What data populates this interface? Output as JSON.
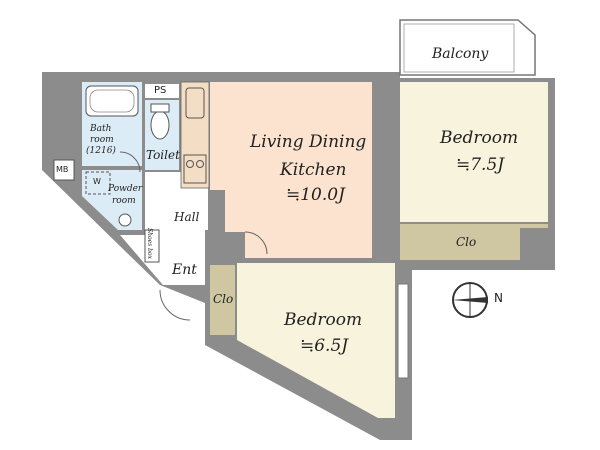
{
  "plan": {
    "balcony": "Balcony",
    "ldk_line1": "Living Dining",
    "ldk_line2": "Kitchen",
    "ldk_size": "≒10.0J",
    "bedroom_top": "Bedroom",
    "bedroom_top_size": "≒7.5J",
    "bedroom_bottom": "Bedroom",
    "bedroom_bottom_size": "≒6.5J",
    "clo_top": "Clo",
    "clo_bottom": "Clo",
    "bath_line1": "Bath",
    "bath_line2": "room",
    "bath_line3": "(1216)",
    "toilet": "Toilet",
    "ps": "PS",
    "mb": "MB",
    "w": "W",
    "powder_line1": "Powder",
    "powder_line2": "room",
    "hall": "Hall",
    "ent": "Ent",
    "shoes_box": "Shoes box",
    "compass_n": "N"
  },
  "colors": {
    "wall": "#8c8c8c",
    "ldk": "#fbe3cf",
    "bedroom": "#f7f3dd",
    "closet": "#cfc6a2",
    "wet": "#dcecf7"
  }
}
